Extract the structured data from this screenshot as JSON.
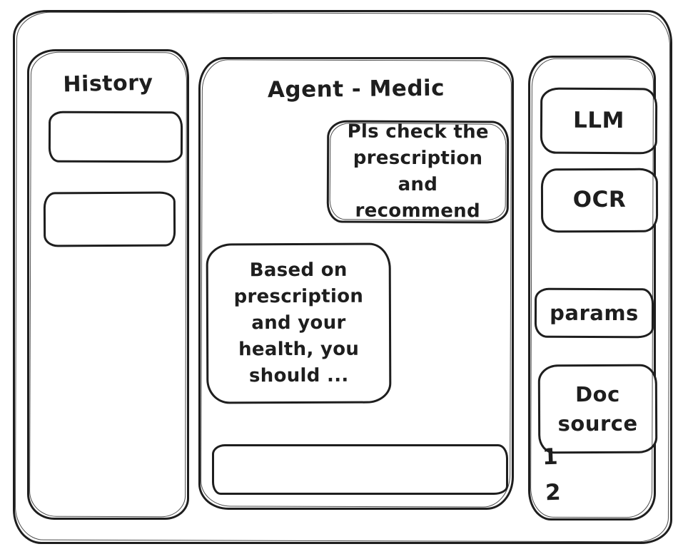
{
  "app": {
    "colors": {
      "background": "#ffffff",
      "stroke": "#1e1e1e"
    }
  },
  "sidebar_left": {
    "title": "History",
    "items": [
      {
        "label": ""
      },
      {
        "label": ""
      }
    ]
  },
  "main": {
    "title": "Agent - Medic",
    "messages": [
      {
        "role": "user",
        "text": "Pls check the\nprescription\nand recommend"
      },
      {
        "role": "assistant",
        "text": "Based on\nprescription\nand your\nhealth, you\nshould ..."
      }
    ],
    "input": {
      "value": "",
      "placeholder": ""
    }
  },
  "sidebar_right": {
    "buttons": [
      {
        "label": "LLM"
      },
      {
        "label": "OCR"
      },
      {
        "label": "params"
      },
      {
        "label": "Doc source"
      }
    ],
    "doc_source_items": [
      "1",
      "2"
    ]
  }
}
